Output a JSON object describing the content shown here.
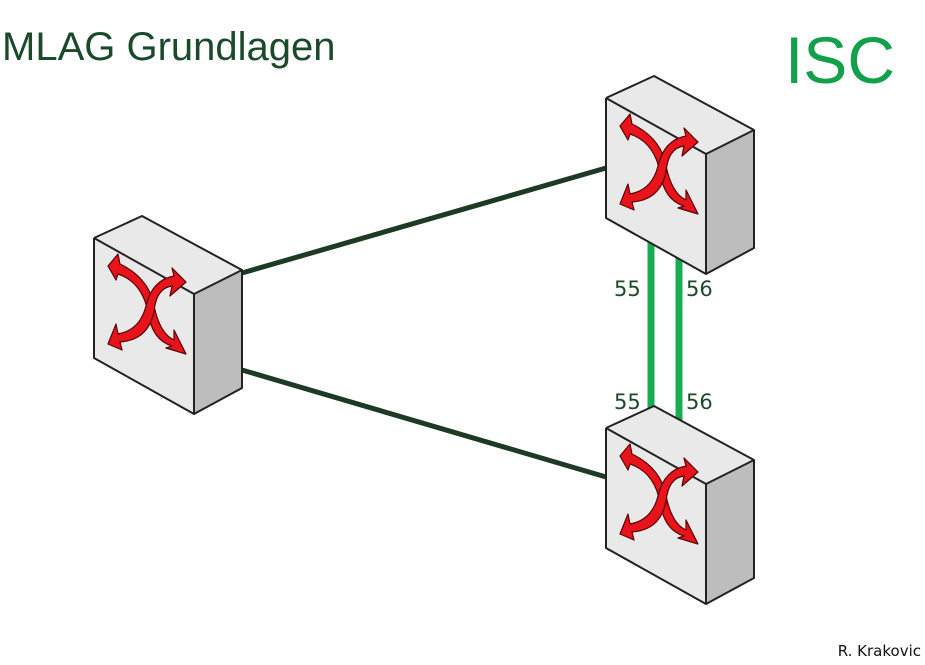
{
  "header": {
    "title": "MLAG Grundlagen",
    "topic": "ISC"
  },
  "footer": {
    "author": "R. Krakovic"
  },
  "colors": {
    "title": "#1b4a2b",
    "topic": "#12a14a",
    "uplink": "#1e3a24",
    "isc_link": "#1aac52",
    "port_label": "#1b4a2b",
    "switch_front": "#e9e9e9",
    "switch_side": "#bdbdbd",
    "arrow": "#e8141c"
  },
  "diagram": {
    "switches": [
      {
        "id": "access-switch",
        "icon": "switch-icon"
      },
      {
        "id": "mlag-peer-top",
        "icon": "switch-icon"
      },
      {
        "id": "mlag-peer-bottom",
        "icon": "switch-icon"
      }
    ],
    "isc_links": [
      {
        "top_port": "55",
        "bottom_port": "55"
      },
      {
        "top_port": "56",
        "bottom_port": "56"
      }
    ]
  }
}
